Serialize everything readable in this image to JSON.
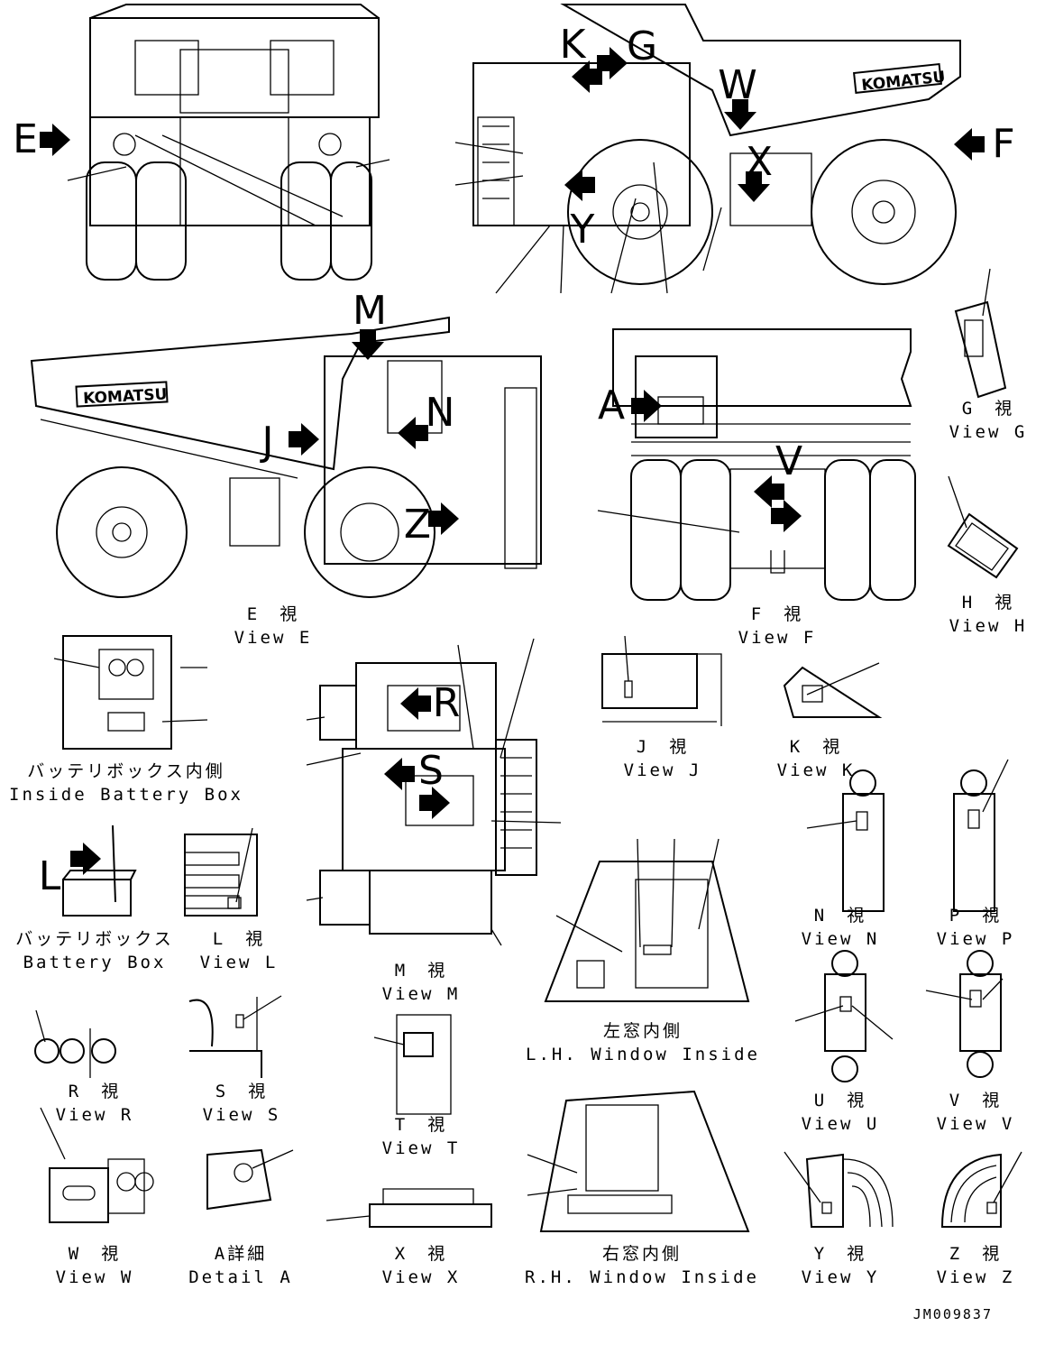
{
  "letters": [
    "E",
    "F",
    "K",
    "G",
    "W",
    "X",
    "Y",
    "M",
    "J",
    "N",
    "Z",
    "A",
    "V",
    "L",
    "R",
    "S"
  ],
  "captions": {
    "view_e": [
      "E　視",
      "View E"
    ],
    "view_f": [
      "F　視",
      "View F"
    ],
    "view_g": [
      "G　視",
      "View G"
    ],
    "view_h": [
      "H　視",
      "View H"
    ],
    "inside_battery_box": [
      "バッテリボックス内側",
      "Inside Battery Box"
    ],
    "view_j": [
      "J　視",
      "View J"
    ],
    "view_k": [
      "K　視",
      "View K"
    ],
    "battery_box": [
      "バッテリボックス",
      "Battery Box"
    ],
    "view_l": [
      "L　視",
      "View L"
    ],
    "view_m": [
      "M　視",
      "View M"
    ],
    "lh_window": [
      "左窓内側",
      "L.H. Window Inside"
    ],
    "view_n": [
      "N　視",
      "View N"
    ],
    "view_p": [
      "P　視",
      "View P"
    ],
    "view_r": [
      "R　視",
      "View R"
    ],
    "view_s": [
      "S　視",
      "View S"
    ],
    "view_t": [
      "T　視",
      "View T"
    ],
    "view_u": [
      "U　視",
      "View U"
    ],
    "view_v": [
      "V　視",
      "View V"
    ],
    "view_w": [
      "W　視",
      "View W"
    ],
    "detail_a": [
      "A詳細",
      "Detail A"
    ],
    "view_x": [
      "X　視",
      "View X"
    ],
    "rh_window": [
      "右窓内側",
      "R.H. Window Inside"
    ],
    "view_y": [
      "Y　視",
      "View Y"
    ],
    "view_z": [
      "Z　視",
      "View Z"
    ]
  },
  "brand": "KOMATSU",
  "drawing_number": "JM009837"
}
